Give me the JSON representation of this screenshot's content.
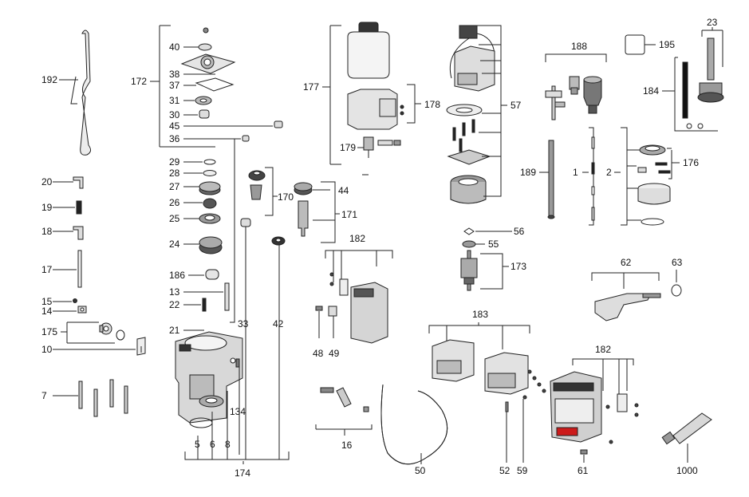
{
  "labels": {
    "n192": "192",
    "n20": "20",
    "n19": "19",
    "n18": "18",
    "n17": "17",
    "n15": "15",
    "n14": "14",
    "n175": "175",
    "n10": "10",
    "n7": "7",
    "n172": "172",
    "n40": "40",
    "n38": "38",
    "n37": "37",
    "n31": "31",
    "n30": "30",
    "n45": "45",
    "n36": "36",
    "n29": "29",
    "n28": "28",
    "n27": "27",
    "n26": "26",
    "n25": "25",
    "n24": "24",
    "n186": "186",
    "n13": "13",
    "n22": "22",
    "n21": "21",
    "n33": "33",
    "n42": "42",
    "n134": "134",
    "n5": "5",
    "n6": "6",
    "n8": "8",
    "n174": "174",
    "n170": "170",
    "n44": "44",
    "n171": "171",
    "n177": "177",
    "n178": "178",
    "n179": "179",
    "n57": "57",
    "n188": "188",
    "n195": "195",
    "n23": "23",
    "n184": "184",
    "n189": "189",
    "n1": "1",
    "n2": "2",
    "n176": "176",
    "n56": "56",
    "n55": "55",
    "n173": "173",
    "n182a": "182",
    "n48": "48",
    "n49": "49",
    "n62": "62",
    "n63": "63",
    "n183": "183",
    "n52": "52",
    "n59": "59",
    "n16": "16",
    "n50": "50",
    "n182b": "182",
    "n61": "61",
    "n1000": "1000"
  },
  "colors": {
    "line": "#222222",
    "part_fill": "#e6e6e6",
    "part_dark": "#444444",
    "accent_red": "#d01a1a"
  },
  "icons": [
    "hose-icon",
    "gear-icon",
    "bearing-icon",
    "screw-icon",
    "housing-icon",
    "armature-icon",
    "bottle-icon",
    "chuck-icon",
    "tube-icon",
    "handle-icon"
  ]
}
